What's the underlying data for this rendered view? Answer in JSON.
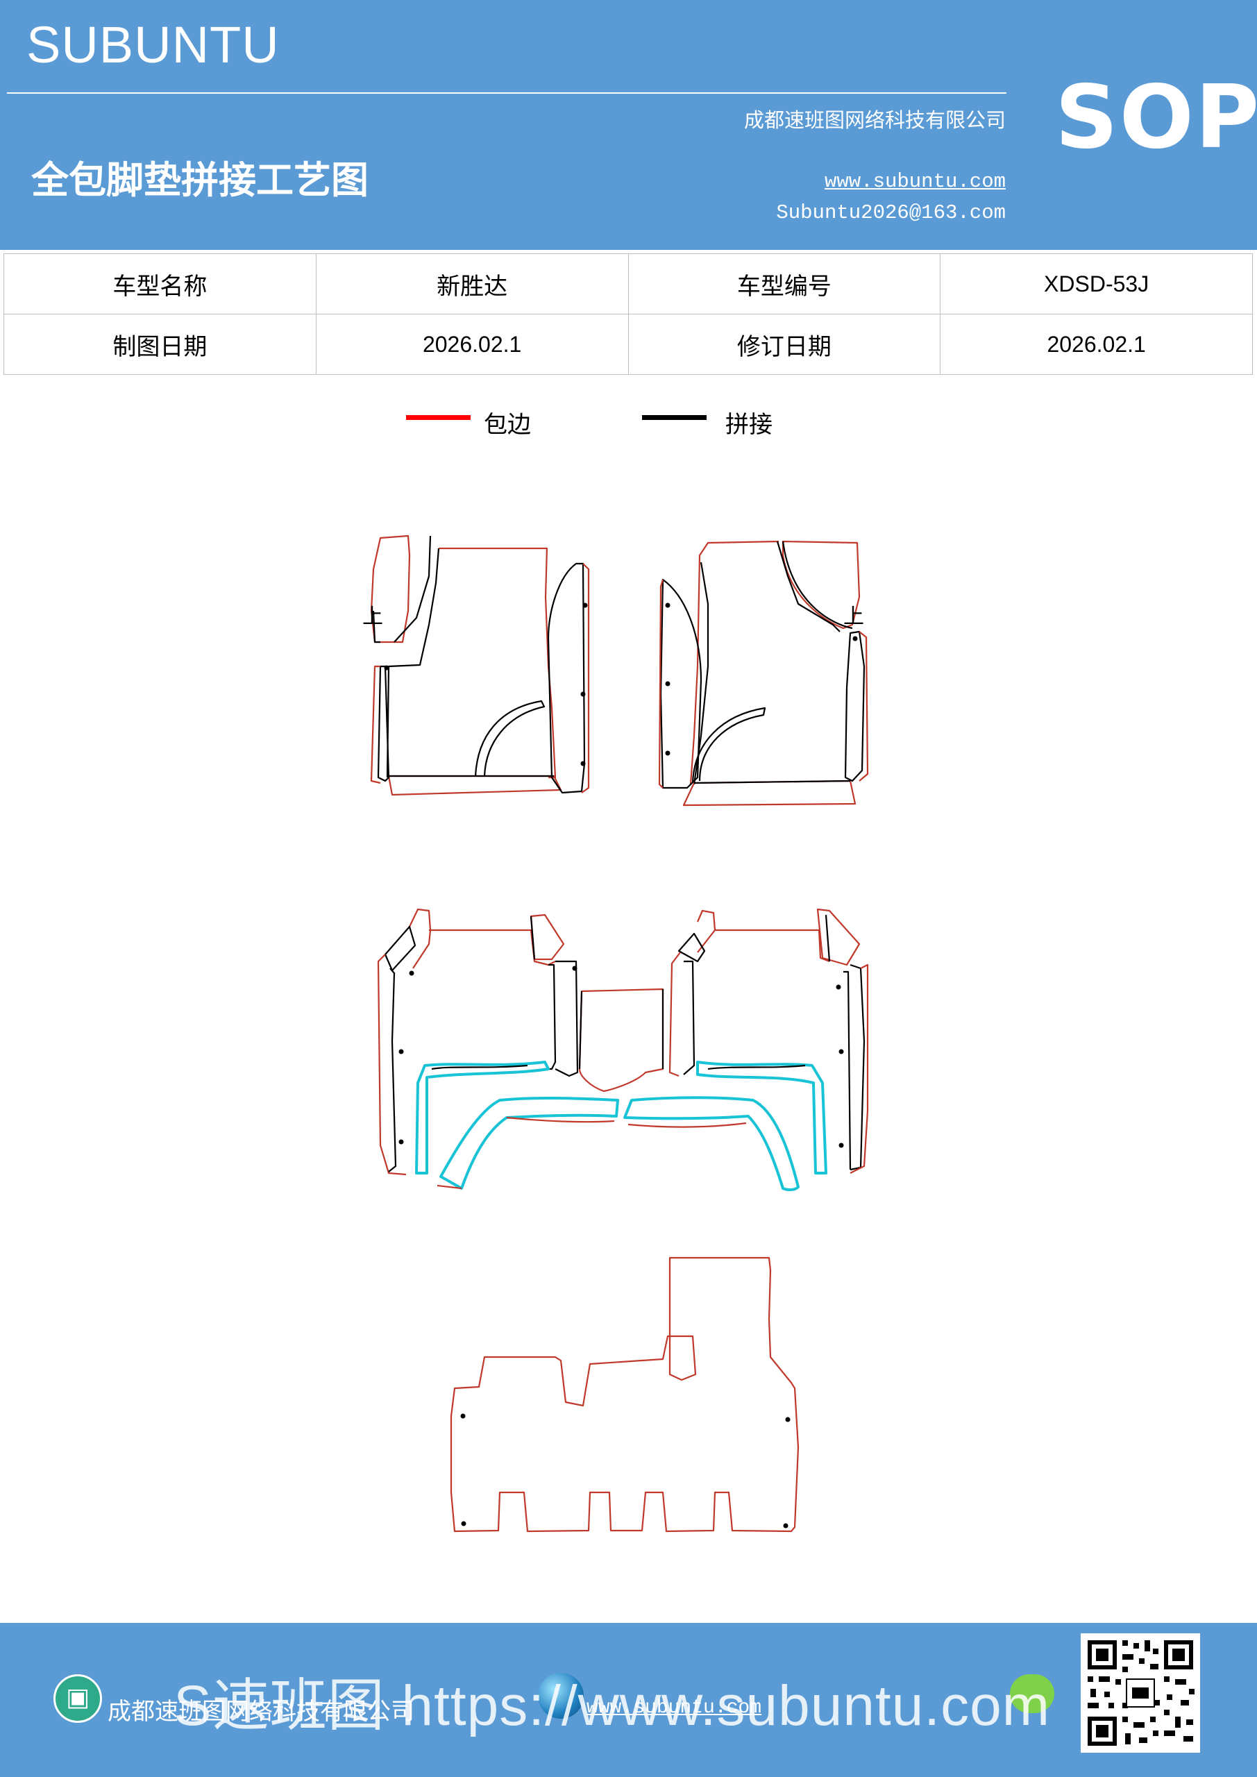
{
  "header": {
    "brand": "SUBUNTU",
    "company": "成都速班图网络科技有限公司",
    "title": "全包脚垫拼接工艺图",
    "website": "www.subuntu.com",
    "email": "Subuntu2026@163.com",
    "badge": "SOP"
  },
  "info": {
    "row1": [
      {
        "label": "车型名称",
        "value": "新胜达"
      },
      {
        "label": "车型编号",
        "value": "XDSD-53J"
      }
    ],
    "row2": [
      {
        "label": "制图日期",
        "value": "2026.02.1"
      },
      {
        "label": "修订日期",
        "value": "2026.02.1"
      }
    ]
  },
  "legend": [
    {
      "label": "包边",
      "color": "#ff0000"
    },
    {
      "label": "拼接",
      "color": "#000000"
    }
  ],
  "drawing": {
    "marker_left": "上",
    "marker_right": "上",
    "colors": {
      "edge": "#c0392b",
      "seam": "#000000",
      "accent": "#19c3d6"
    }
  },
  "footer": {
    "company": "成都速班图网络科技有限公司",
    "website": "www.subuntu.com",
    "watermark": "S速班图 https://www.subuntu.com",
    "icons": [
      "building-icon",
      "globe-icon",
      "wechat-icon",
      "qr-code"
    ]
  }
}
